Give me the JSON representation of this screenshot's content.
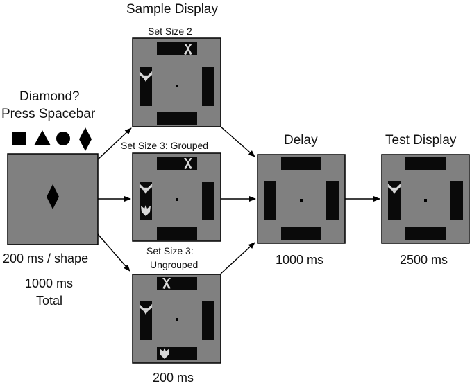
{
  "labels": {
    "sample_display": "Sample Display",
    "set_size_2": "Set Size 2",
    "set_size_3_grouped": "Set Size 3: Grouped",
    "set_size_3_ungrouped_line1": "Set Size 3:",
    "set_size_3_ungrouped_line2": "Ungrouped",
    "cue_line1": "Diamond?",
    "cue_line2": "Press Spacebar",
    "cue_timing": "200 ms / shape",
    "cue_total_line1": "1000 ms",
    "cue_total_line2": "Total",
    "sample_timing": "200 ms",
    "delay": "Delay",
    "delay_timing": "1000 ms",
    "test_display": "Test Display",
    "test_timing": "2500 ms"
  },
  "shapes": [
    "square-icon",
    "triangle-icon",
    "circle-icon",
    "diamond-icon"
  ],
  "colors": {
    "screen_gray": "#808080",
    "bar_black": "#0a0a0a",
    "stimulus_light": "#d8d8d8"
  }
}
